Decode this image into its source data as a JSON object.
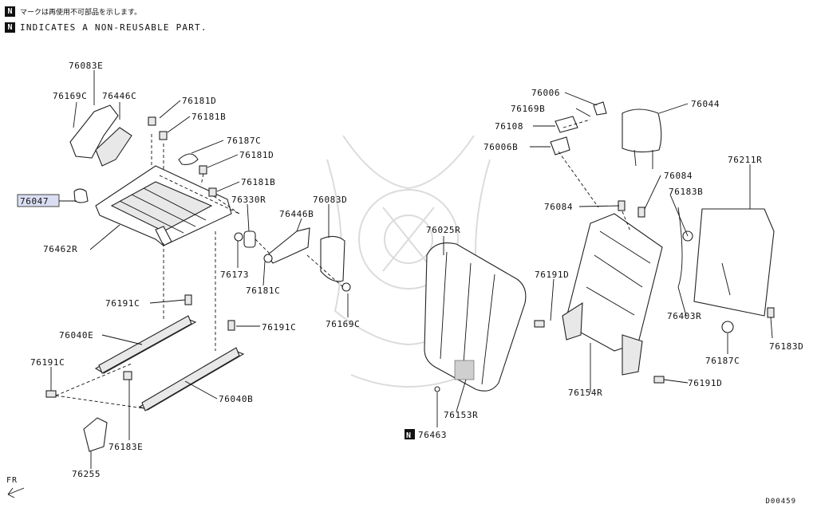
{
  "header": {
    "line1_mark": "N",
    "line1_text": "マークは再使用不可部品を示します。",
    "line2_mark": "N",
    "line2_text": "INDICATES A NON-REUSABLE PART."
  },
  "footer": {
    "direction": "FR",
    "diagram_code": "D00459"
  },
  "highlight_color": "#d9def2",
  "labels": {
    "l76083E": "76083E",
    "l76169C_a": "76169C",
    "l76446C": "76446C",
    "l76181D_a": "76181D",
    "l76181B_a": "76181B",
    "l76187C_a": "76187C",
    "l76181D_b": "76181D",
    "l76181B_b": "76181B",
    "l76047": "76047",
    "l76330R": "76330R",
    "l76083D": "76083D",
    "l76446B": "76446B",
    "l76462R": "76462R",
    "l76173": "76173",
    "l76181C": "76181C",
    "l76169C_b": "76169C",
    "l76191C_a": "76191C",
    "l76191C_b": "76191C",
    "l76040E": "76040E",
    "l76191C_c": "76191C",
    "l76040B": "76040B",
    "l76183E": "76183E",
    "l76255": "76255",
    "l76006_a": "76006",
    "l76169B": "76169B",
    "l76108": "76108",
    "l76006B": "76006B",
    "l76044": "76044",
    "l76211R": "76211R",
    "l76084_a": "76084",
    "l76183B": "76183B",
    "l76084_b": "76084",
    "l76025R": "76025R",
    "l76191D_a": "76191D",
    "l76403R": "76403R",
    "l76183D": "76183D",
    "l76187C_b": "76187C",
    "l76191D_b": "76191D",
    "l76154R": "76154R",
    "l76153R": "76153R",
    "l76463_mark": "N",
    "l76463": "76463"
  }
}
